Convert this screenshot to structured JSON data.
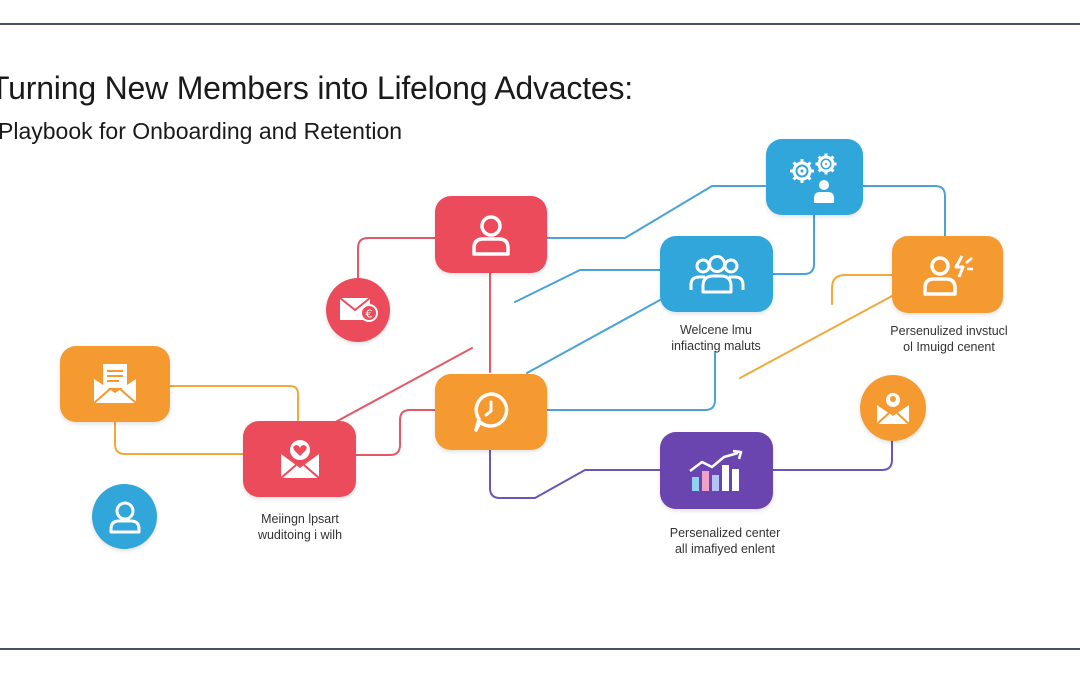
{
  "title": "Turning New Members into Lifelong Advactes:",
  "subtitle": "Playbook for Onboarding and Retention",
  "colors": {
    "red": "#ec4b5b",
    "orange": "#f59a31",
    "blue": "#31a6da",
    "purple": "#6a45b0",
    "frame": "#4b4f66"
  },
  "nodes": [
    {
      "id": "person-red",
      "icon": "person-icon"
    },
    {
      "id": "gears-blue",
      "icon": "gears-person-icon"
    },
    {
      "id": "group-blue",
      "icon": "group-icon"
    },
    {
      "id": "person-lightning-orange",
      "icon": "person-lightning-icon"
    },
    {
      "id": "mail-red-circle",
      "icon": "mail-badge-icon"
    },
    {
      "id": "mail-orange",
      "icon": "envelope-letter-icon"
    },
    {
      "id": "clock-orange",
      "icon": "clock-icon"
    },
    {
      "id": "mail-heart-red",
      "icon": "envelope-heart-icon"
    },
    {
      "id": "person-blue-circle",
      "icon": "person-icon"
    },
    {
      "id": "mail-person-orange-circle",
      "icon": "envelope-person-icon"
    },
    {
      "id": "chart-purple",
      "icon": "bar-chart-icon"
    }
  ],
  "captions": {
    "welcome": [
      "Welcene lmu",
      "infiacting maluts"
    ],
    "personalized_right": [
      "Persenulized invstucl",
      "ol Imuigd cenent"
    ],
    "meeting": [
      "Meiingn lpsart",
      "wuditoing i wilh"
    ],
    "personalized_bottom": [
      "Persenalized center",
      "all imafiyed enlent"
    ]
  }
}
